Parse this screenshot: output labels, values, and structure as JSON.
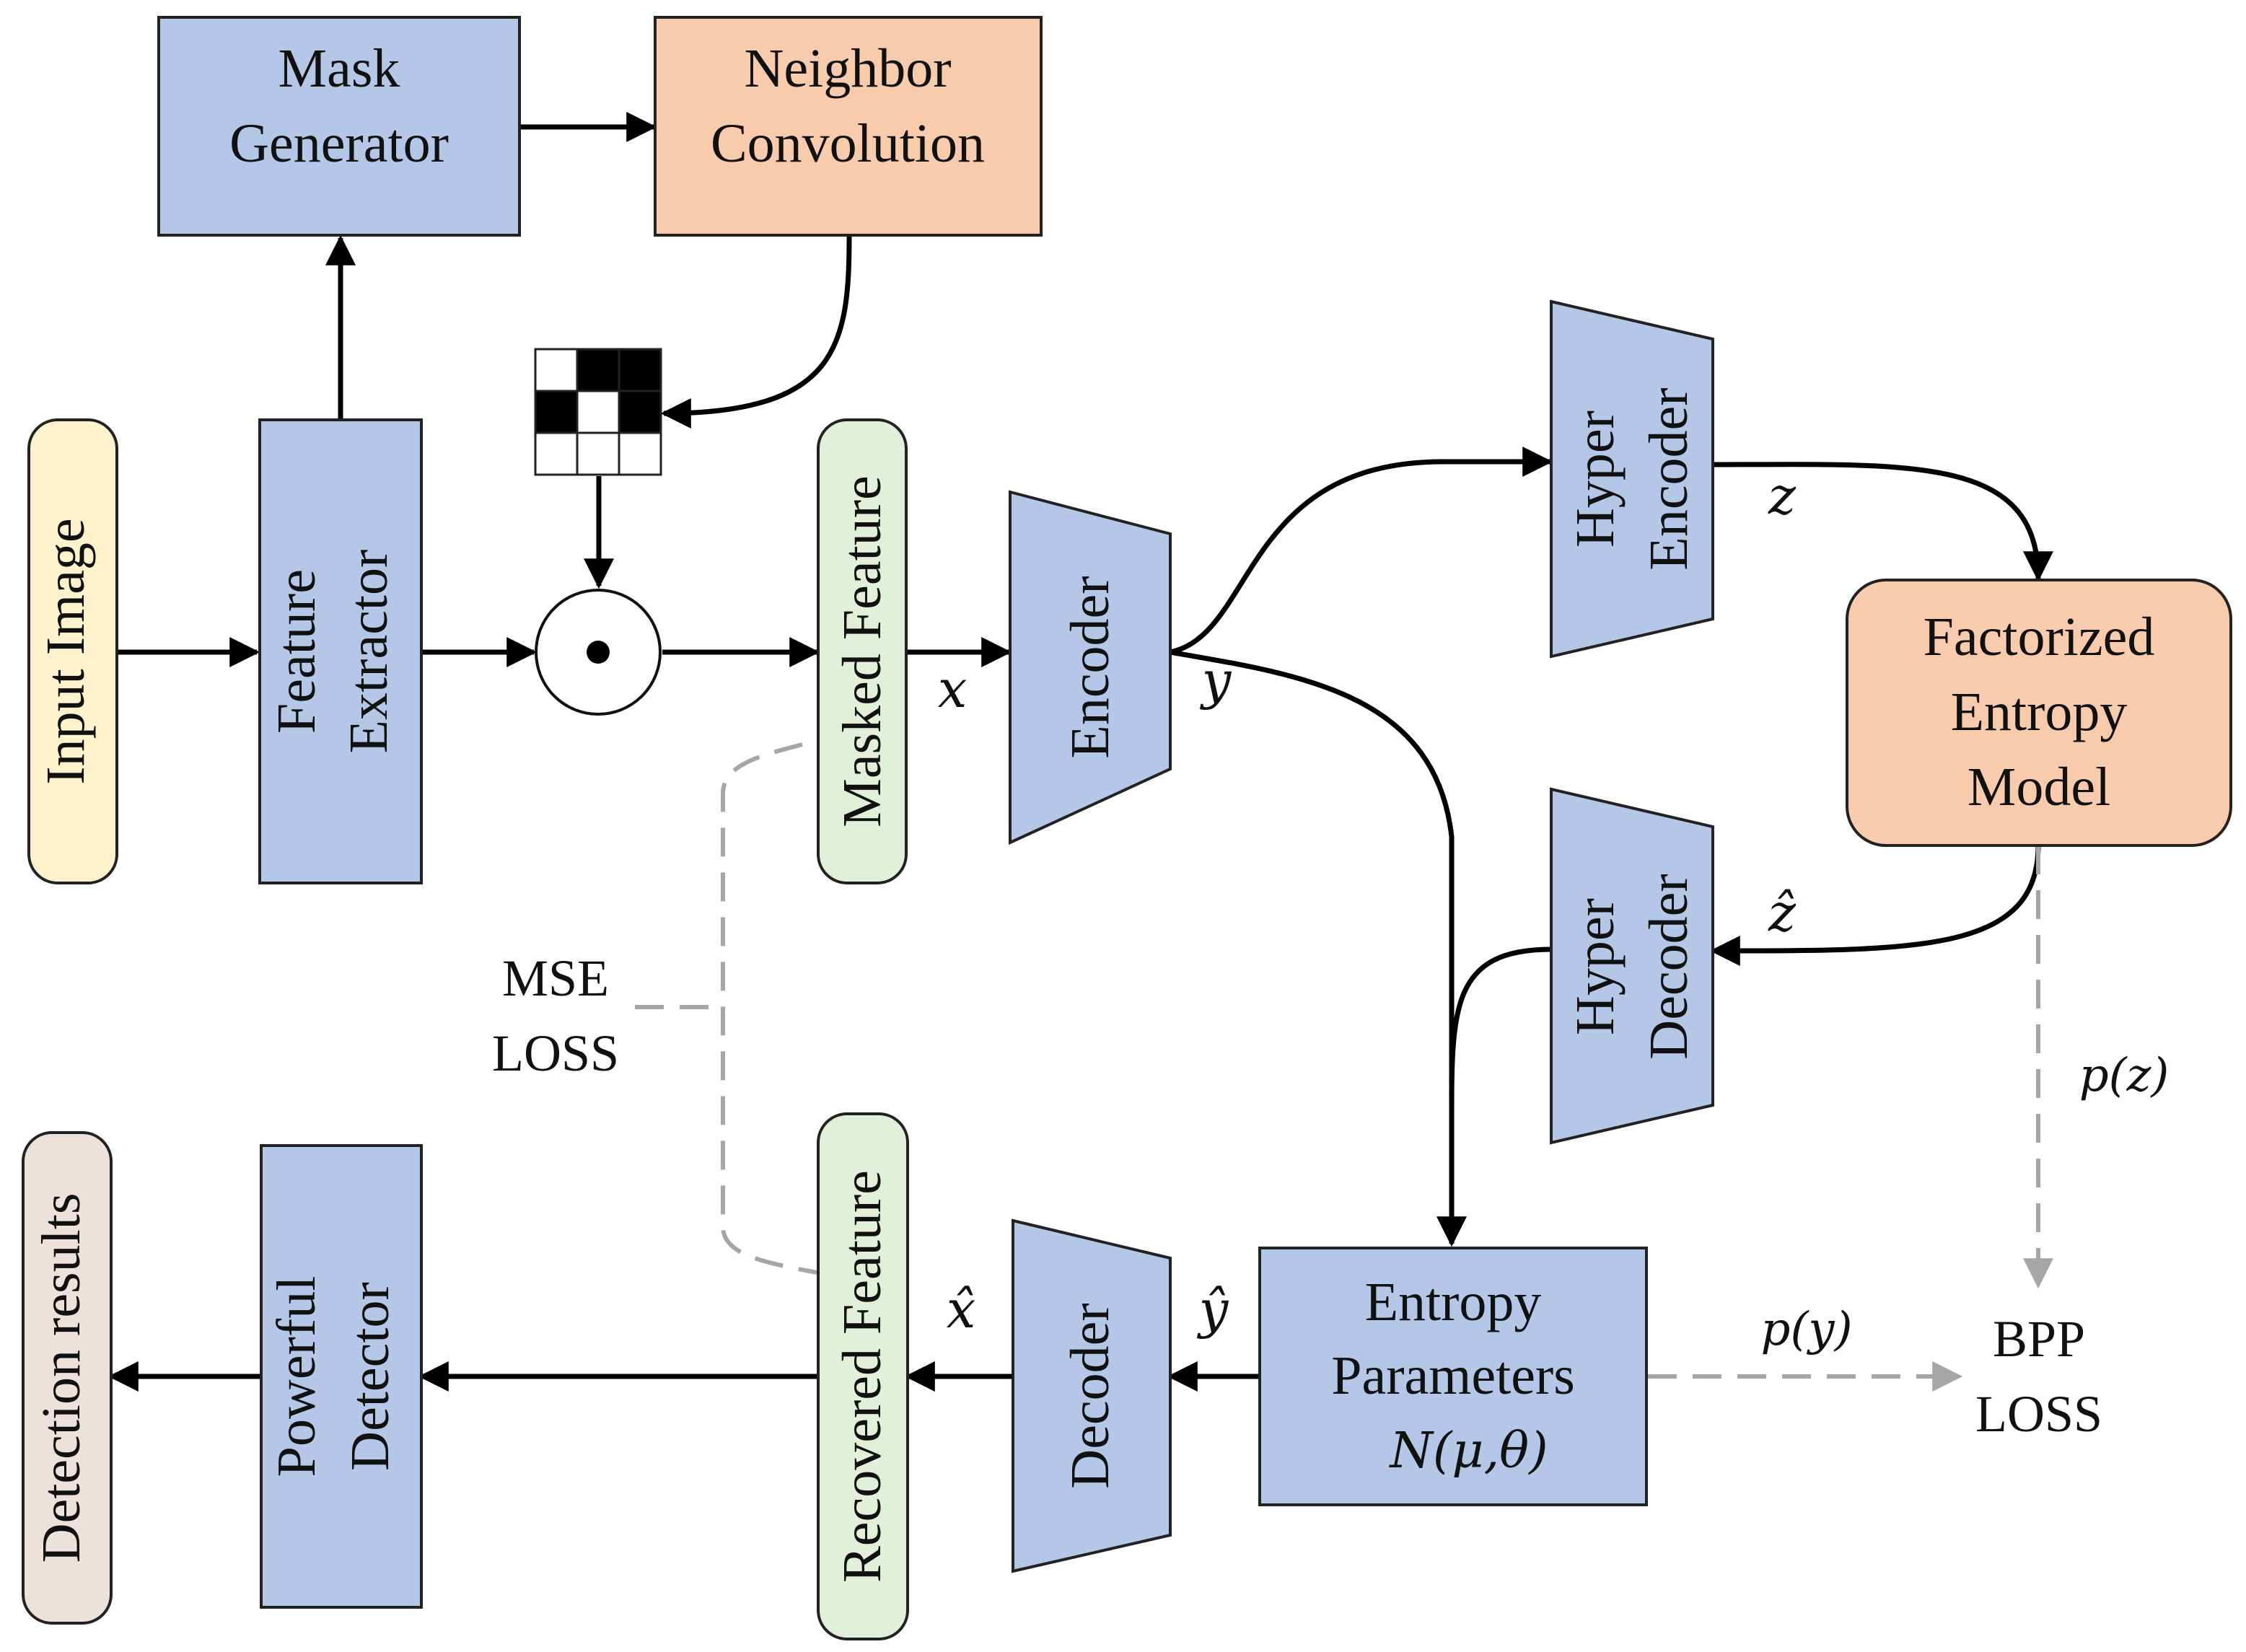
{
  "blocks": {
    "mask_generator": [
      "Mask",
      "Generator"
    ],
    "neighbor_convolution": [
      "Neighbor",
      "Convolution"
    ],
    "input_image": "Input Image",
    "feature_extractor": [
      "Feature",
      "Extractor"
    ],
    "masked_feature": "Masked Feature",
    "encoder": "Encoder",
    "hyper_encoder": [
      "Hyper",
      "Encoder"
    ],
    "factorized_entropy_model": [
      "Factorized",
      "Entropy",
      "Model"
    ],
    "hyper_decoder": [
      "Hyper",
      "Decoder"
    ],
    "entropy_parameters": [
      "Entropy",
      "Parameters",
      "N(μ,θ)"
    ],
    "decoder": "Decoder",
    "recovered_feature": "Recovered Feature",
    "powerful_detector": [
      "Powerful",
      "Detector"
    ],
    "detection_results": "Detection results"
  },
  "losses": {
    "mse": [
      "MSE",
      "LOSS"
    ],
    "bpp": [
      "BPP",
      "LOSS"
    ]
  },
  "symbols": {
    "x": "x",
    "y": "y",
    "z": "z",
    "z_hat": "ẑ",
    "x_hat": "x̂",
    "y_hat": "ŷ",
    "p_z": "p(z)",
    "p_y": "p(y)",
    "hadamard": "⊙"
  },
  "mask_pattern": [
    [
      0,
      1,
      1
    ],
    [
      1,
      0,
      1
    ],
    [
      0,
      0,
      0
    ]
  ],
  "colors": {
    "blue_block": "#b4c7e7",
    "orange_block": "#f8cbad",
    "input_block": "#fff2cc",
    "feature_block": "#e2f0d9",
    "result_block": "#ede1dc",
    "loss_path": "#a6a6a6"
  }
}
